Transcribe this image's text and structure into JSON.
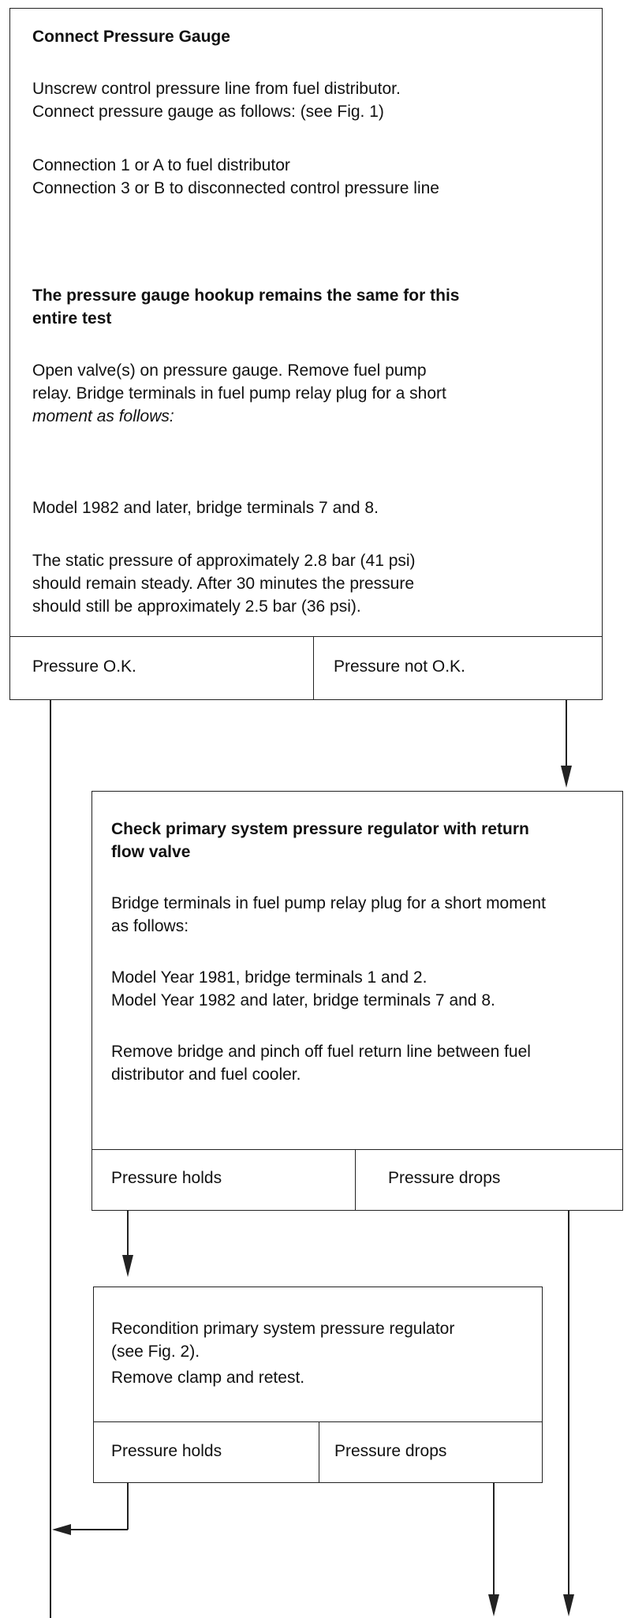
{
  "box1": {
    "title": "Connect Pressure Gauge",
    "p1_l1": "Unscrew control pressure line from fuel distributor.",
    "p1_l2": "Connect pressure gauge as follows: (see Fig. 1)",
    "p2_l1": "Connection 1 or A to fuel distributor",
    "p2_l2": "Connection 3 or B to disconnected control pressure line",
    "bold_l1": "The pressure gauge hookup remains the same for this",
    "bold_l2": "entire test",
    "p3_l1": "Open valve(s) on pressure gauge. Remove fuel pump",
    "p3_l2": "relay. Bridge terminals in fuel pump relay plug for a short",
    "p3_l3": "moment as follows:",
    "p4": "Model 1982 and later, bridge terminals 7 and 8.",
    "p5_l1": "The static pressure of approximately 2.8 bar (41 psi)",
    "p5_l2": "should remain steady. After 30 minutes the pressure",
    "p5_l3": "should still be approximately 2.5 bar (36 psi).",
    "opt_left": "Pressure O.K.",
    "opt_right": "Pressure not O.K."
  },
  "box2": {
    "title_l1": "Check primary system pressure regulator with return",
    "title_l2": "flow valve",
    "p1_l1": "Bridge terminals in fuel pump relay plug for a short moment",
    "p1_l2": "as follows:",
    "p2_l1": "Model Year 1981, bridge terminals 1 and 2.",
    "p2_l2": "Model Year 1982 and later, bridge terminals 7 and 8.",
    "p3_l1": "Remove bridge and pinch off fuel return line between fuel",
    "p3_l2": "distributor and fuel cooler.",
    "opt_left": "Pressure holds",
    "opt_right": "Pressure drops"
  },
  "box3": {
    "p1_l1": "Recondition primary system pressure regulator",
    "p1_l2": "(see Fig. 2).",
    "p2": "Remove clamp and retest.",
    "opt_left": "Pressure holds",
    "opt_right": "Pressure drops"
  }
}
